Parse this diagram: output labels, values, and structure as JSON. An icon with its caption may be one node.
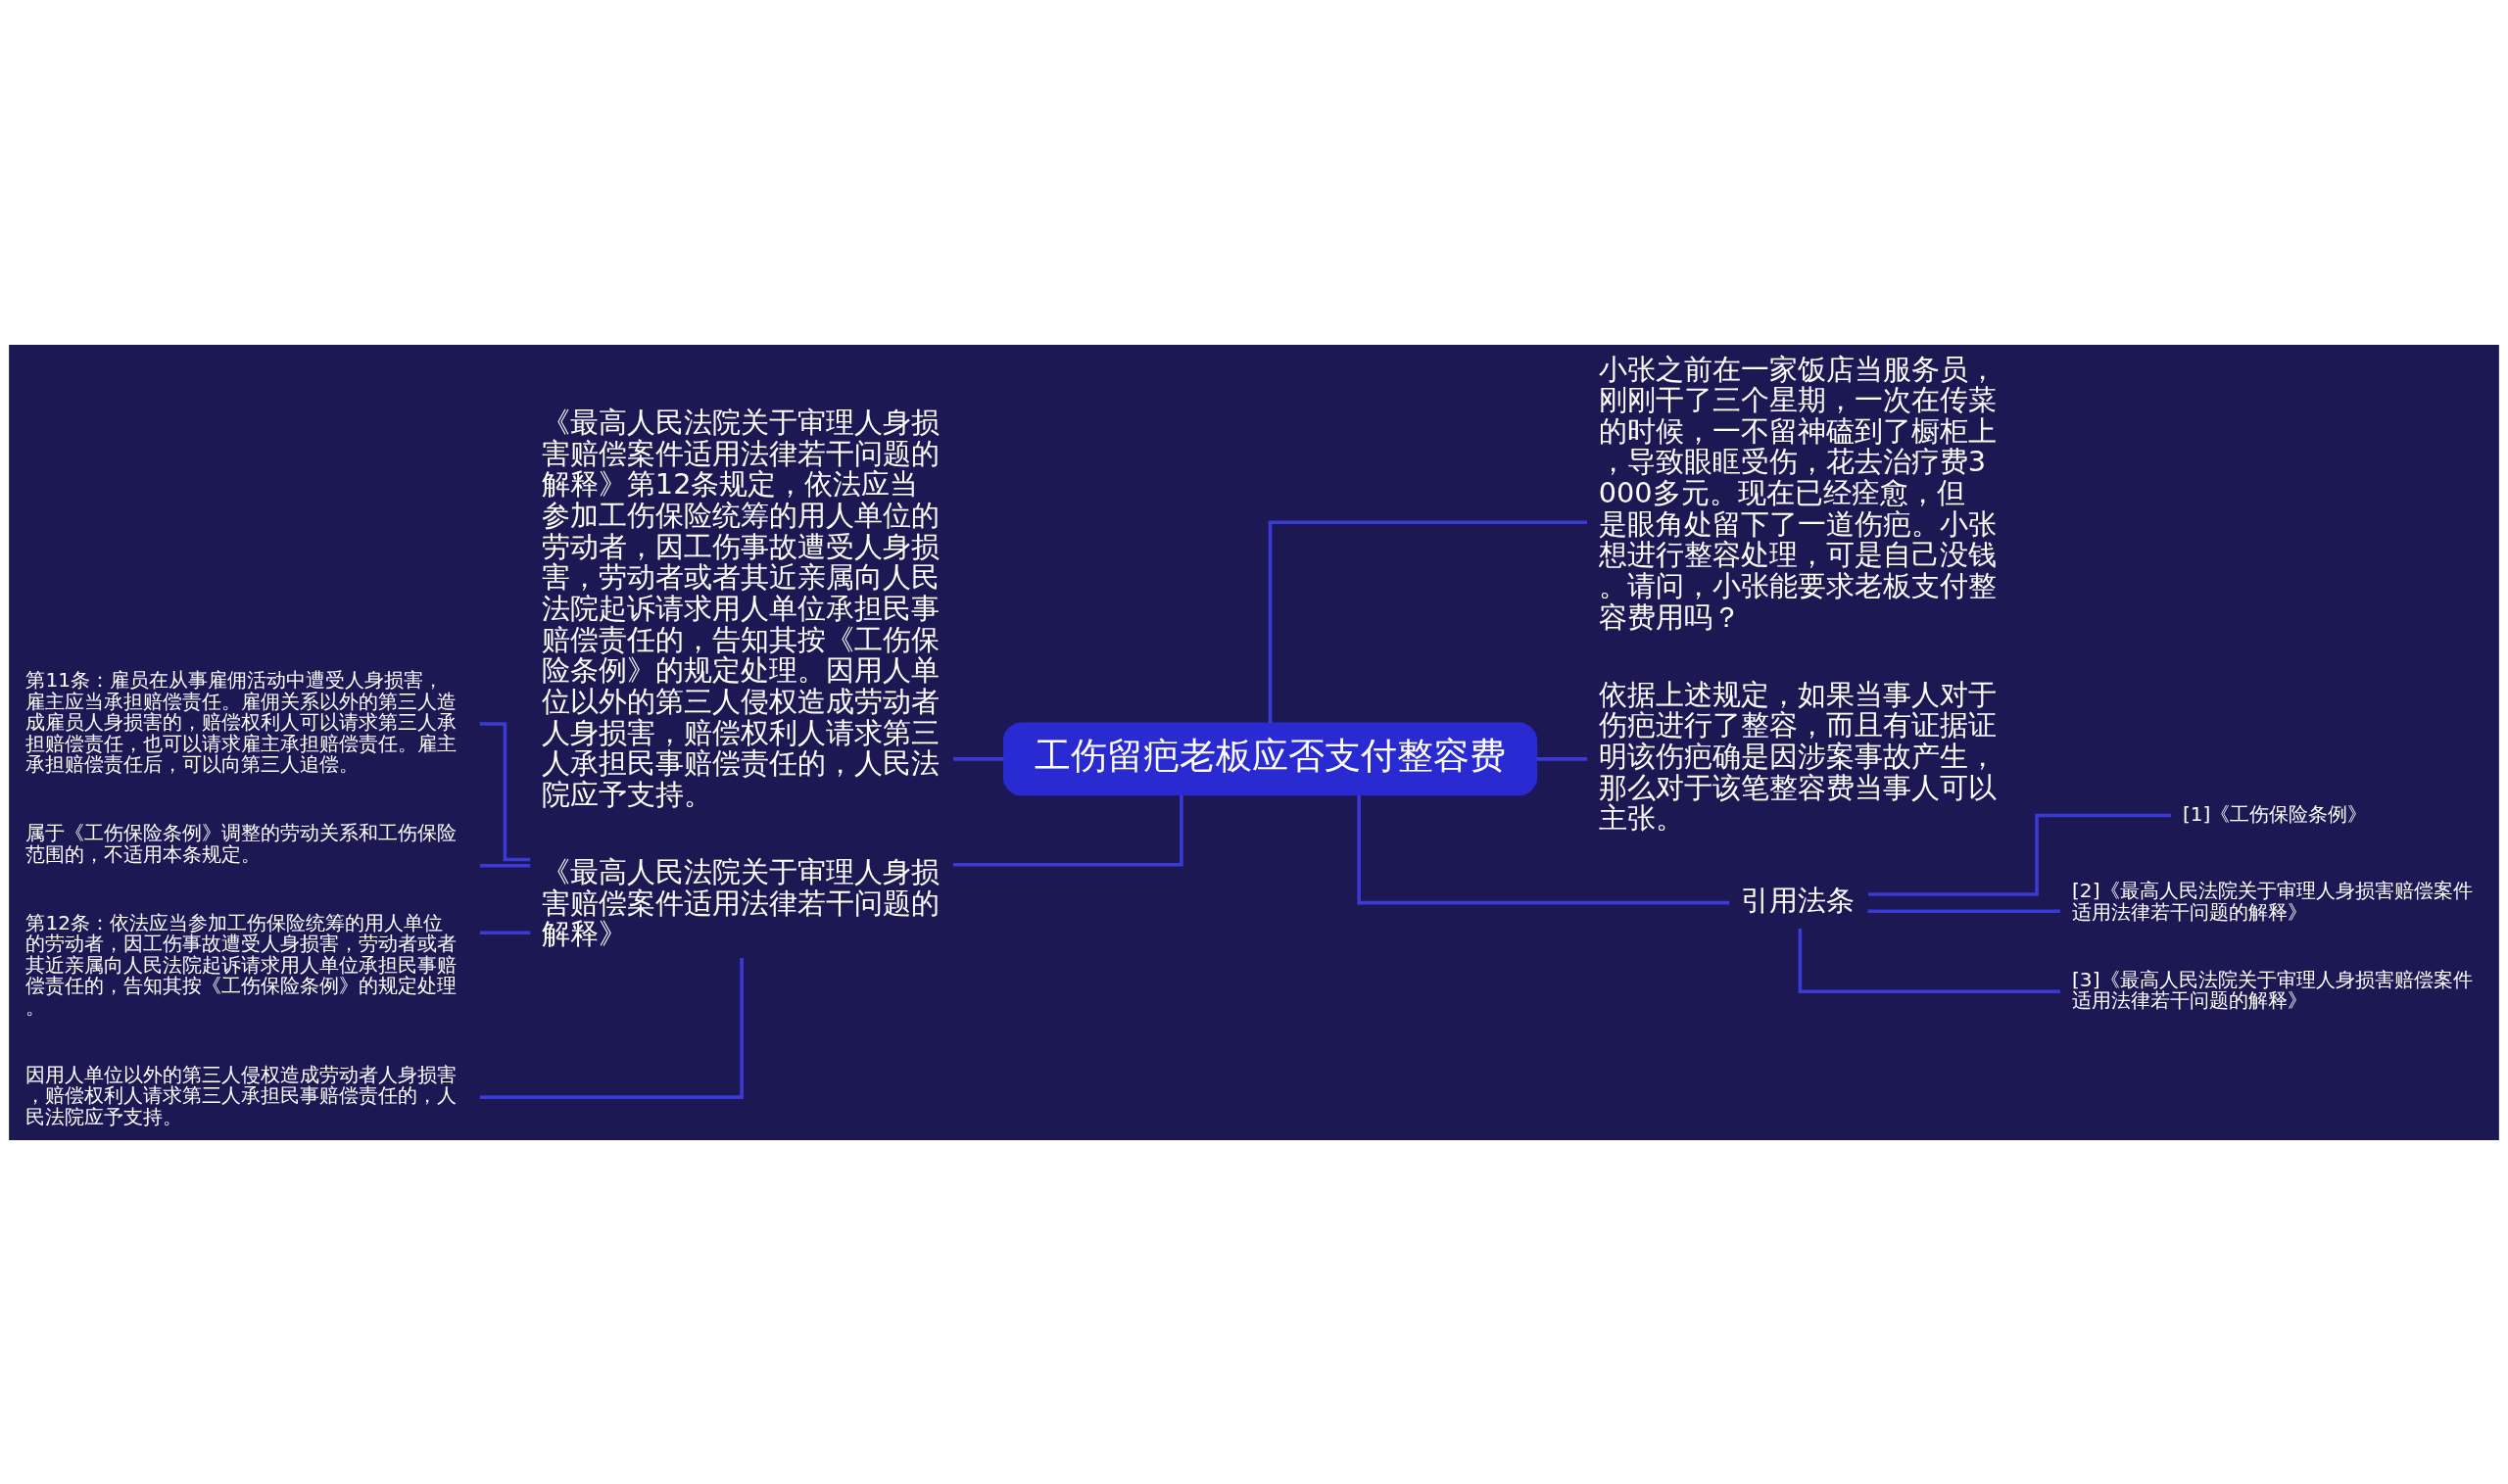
{
  "diagram": {
    "nodes": [
      {
        "text": [
          "工伤留疤老板应否支付整容费"
        ]
      },
      {
        "text": [
          "《最高人民法院关于审理人身损害赔偿案件适用法律若干问题的解释》第12条规定，依法应当参加工伤保险统筹的用人单位的劳动者，因工伤事故遭受人身损害，劳动者或者其近亲属向人民法院起诉请求用人单位承担民事赔偿责任的，告知其按《工伤保险条例》的规定处理。因用人单位以外的第三人侵权造成劳动者人身损害，赔偿权利人请求第三人承担民事赔偿责任的，人民法院应予支持。"
        ]
      },
      {
        "text": [
          "《最高人民法院关于审理人身损害赔偿案件适用法律若干问题的解释》"
        ]
      },
      {
        "text": [
          "第11条：雇员在从事雇佣活动中遭受人身损害，雇主应当承担赔偿责任。雇佣关系以外的第三人造成雇员人身损害的，赔偿权利人可以请求第三人承担赔偿责任，也可以请求雇主承担赔偿责任。雇主承担赔偿责任后，可以向第三人追偿。"
        ]
      },
      {
        "text": [
          "属于《工伤保险条例》调整的劳动关系和工伤保险范围的，不适用本条规定。"
        ]
      },
      {
        "text": [
          "第12条：依法应当参加工伤保险统筹的用人单位的劳动者，因工伤事故遭受人身损害，劳动者或者其近亲属向人民法院起诉请求用人单位承担民事赔偿责任的，告知其按《工伤保险条例》的规定处理。"
        ]
      },
      {
        "text": [
          "因用人单位以外的第三人侵权造成劳动者人身损害，赔偿权利人请求第三人承担民事赔偿责任的，人民法院应予支持。"
        ]
      },
      {
        "text": [
          "小张之前在一家饭店当服务员，刚刚干了三个星期，一次在传菜的时候，一不留神磕到了橱柜上，导致眼眶受伤，花去治疗费3000多元。现在已经痊愈，但是眼角处留下了一道伤疤。小张想进行整容处理，可是自己没钱。请问，小张能要求老板支付整容费用吗？"
        ]
      },
      {
        "text": [
          "依据上述规定，如果当事人对于伤疤进行了整容，而且有证据证明该伤疤确是因涉案事故产生，那么对于该笔整容费当事人可以主张。"
        ]
      },
      {
        "text": [
          "引用法条"
        ]
      },
      {
        "text": [
          "[1]《工伤保险条例》"
        ]
      },
      {
        "text": [
          "[2]《最高人民法院关于审理人身损害赔偿案件适用法律若干问题的解释》"
        ]
      },
      {
        "text": [
          "[3]《最高人民法院关于审理人身损害赔偿案件适用法律若干问题的解释》"
        ]
      }
    ],
    "edges": [
      {
        "from": 0,
        "to": 1,
        "arrow": "none"
      },
      {
        "from": 0,
        "to": 2,
        "arrow": "none"
      },
      {
        "from": 2,
        "to": 3,
        "arrow": "none"
      },
      {
        "from": 2,
        "to": 4,
        "arrow": "none"
      },
      {
        "from": 2,
        "to": 5,
        "arrow": "none"
      },
      {
        "from": 2,
        "to": 6,
        "arrow": "none"
      },
      {
        "from": 0,
        "to": 7,
        "arrow": "none"
      },
      {
        "from": 0,
        "to": 8,
        "arrow": "none"
      },
      {
        "from": 0,
        "to": 9,
        "arrow": "none"
      },
      {
        "from": 9,
        "to": 10,
        "arrow": "none"
      },
      {
        "from": 9,
        "to": 11,
        "arrow": "none"
      },
      {
        "from": 9,
        "to": 12,
        "arrow": "none"
      }
    ]
  }
}
